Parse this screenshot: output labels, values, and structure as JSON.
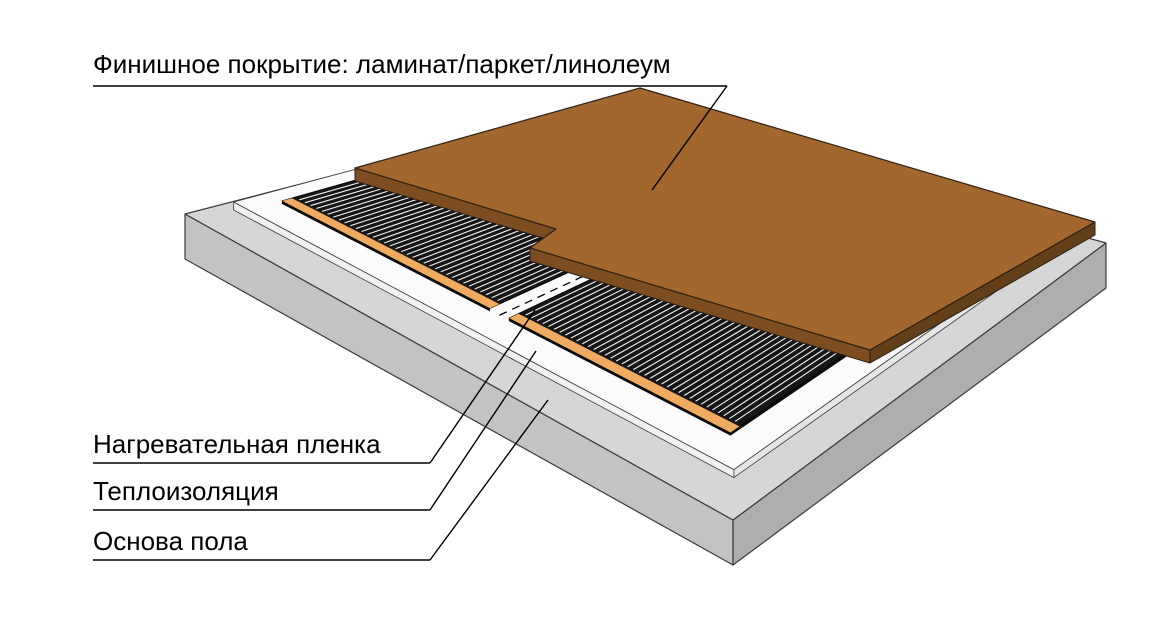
{
  "diagram": {
    "callouts": {
      "finish": "Финишное покрытие: ламинат/паркет/линолеум",
      "film": "Нагревательная пленка",
      "insulation": "Теплоизоляция",
      "base": "Основа пола"
    },
    "colors": {
      "floor_base_top": "#d6d6d6",
      "floor_base_left": "#c3c3c3",
      "floor_base_right": "#aeaeae",
      "insulation_top": "#fbfbfb",
      "insulation_left": "#f1f1f1",
      "insulation_right": "#e6e6e6",
      "film": "#161616",
      "film_stripe": "#f2f2f2",
      "copper": "#f0ab62",
      "finish_top": "#a2672e",
      "finish_left": "#7c4d21",
      "finish_right": "#63401a",
      "finish_step": "#6f451d",
      "outline": "#3b3b3b",
      "callout_line": "#000000"
    }
  }
}
